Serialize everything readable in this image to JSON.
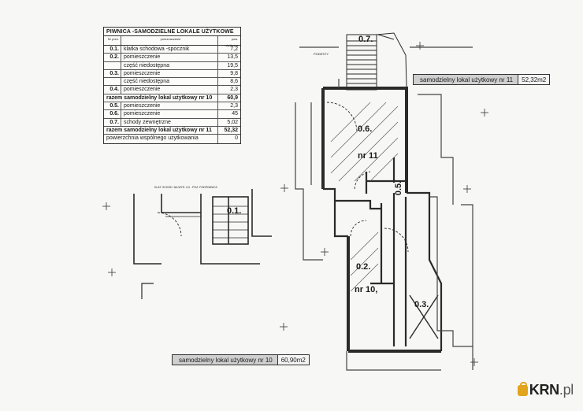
{
  "table": {
    "title": "PIWNICA -SAMODZIELNE LOKALE UŻYTKOWE",
    "header": [
      "Nr pom.",
      "przeznaczenie",
      "pow. użytkowa"
    ],
    "rows": [
      {
        "no": "0.1.",
        "desc": "klatka schodowa -spocznik",
        "area": "7,2"
      },
      {
        "no": "0.2.",
        "desc": "pomieszczenie",
        "area": "13,5"
      },
      {
        "no": "",
        "desc": "część niedostępna",
        "area": "19,5"
      },
      {
        "no": "0.3.",
        "desc": "pomieszczenie",
        "area": "9,8"
      },
      {
        "no": "",
        "desc": "część niedostępna",
        "area": "8,6"
      },
      {
        "no": "0.4.",
        "desc": "pomieszczenie",
        "area": "2,3"
      },
      {
        "no": "",
        "desc": "razem samodzielny lokal użytkowy nr 10",
        "area": "60,9",
        "sum": true
      },
      {
        "no": "0.5.",
        "desc": "pomieszczenie",
        "area": "2,3"
      },
      {
        "no": "0.6.",
        "desc": "pomieszczenie",
        "area": "45"
      },
      {
        "no": "0.7.",
        "desc": "schody zewnętrzne",
        "area": "5,02"
      },
      {
        "no": "",
        "desc": "razem samodzielny lokal użytkowy nr 11",
        "area": "52,32",
        "sum": true
      },
      {
        "no": "",
        "desc": "powierzchnia wspólnego użytkowania",
        "area": "0"
      }
    ]
  },
  "rooms": {
    "r07": "0.7.",
    "r06": "0.6.",
    "nr11": "nr 11",
    "r05": "0.5.",
    "r01": "0.1.",
    "r02": "0.2.",
    "nr10": "nr 10,",
    "r03": "0.3."
  },
  "units": {
    "u11": {
      "name": "samodzielny lokal użytkowy nr 11",
      "area": "52,32m2"
    },
    "u10": {
      "name": "samodzielny lokal użytkowy nr 10",
      "area": "60,90m2"
    }
  },
  "small_notes": {
    "top": "PODESTY",
    "left": "KLAT. SCHOD. NA WYS. 0,0 - POZ. PODPIWNICZ."
  },
  "logo": {
    "brand": "KRN",
    "suffix": ".pl",
    "accent": "#e2a41d"
  }
}
